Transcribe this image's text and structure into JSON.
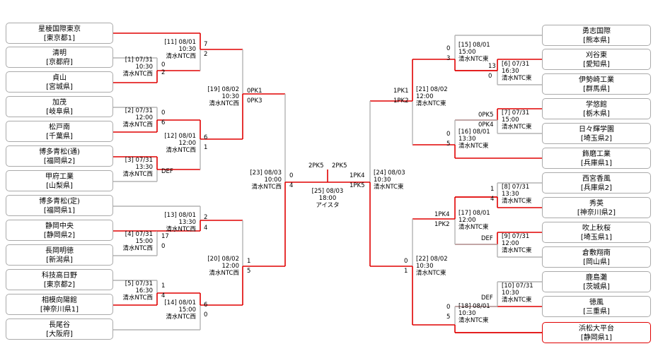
{
  "teams_left": [
    {
      "name": "星稜国際東京",
      "pref": "[東京都1]"
    },
    {
      "name": "清明",
      "pref": "[京都府]"
    },
    {
      "name": "貞山",
      "pref": "[宮城県]"
    },
    {
      "name": "加茂",
      "pref": "[岐阜県]"
    },
    {
      "name": "松戸南",
      "pref": "[千葉県]"
    },
    {
      "name": "博多青松(通)",
      "pref": "[福岡県2]"
    },
    {
      "name": "甲府工業",
      "pref": "[山梨県]"
    },
    {
      "name": "博多青松(定)",
      "pref": "[福岡県1]"
    },
    {
      "name": "静岡中央",
      "pref": "[静岡県2]"
    },
    {
      "name": "長岡明徳",
      "pref": "[新潟県]"
    },
    {
      "name": "科技高日野",
      "pref": "[東京都2]"
    },
    {
      "name": "相模向陽館",
      "pref": "[神奈川県1]"
    },
    {
      "name": "長尾谷",
      "pref": "[大阪府]"
    }
  ],
  "teams_right": [
    {
      "name": "勇志国際",
      "pref": "[熊本県]"
    },
    {
      "name": "刈谷東",
      "pref": "[愛知県]"
    },
    {
      "name": "伊勢崎工業",
      "pref": "[群馬県]"
    },
    {
      "name": "学悠館",
      "pref": "[栃木県]"
    },
    {
      "name": "日々輝学園",
      "pref": "[埼玉県2]"
    },
    {
      "name": "飾磨工業",
      "pref": "[兵庫県1]"
    },
    {
      "name": "西宮香風",
      "pref": "[兵庫県2]"
    },
    {
      "name": "秀英",
      "pref": "[神奈川県2]"
    },
    {
      "name": "吹上秋桜",
      "pref": "[埼玉県1]"
    },
    {
      "name": "倉敷翔南",
      "pref": "[岡山県]"
    },
    {
      "name": "鹿島灘",
      "pref": "[茨城県]"
    },
    {
      "name": "徳風",
      "pref": "[三重県]"
    },
    {
      "name": "浜松大平台",
      "pref": "[静岡県1]",
      "champion": true
    }
  ],
  "matches": {
    "m1": {
      "num": "[1] 07/31",
      "time": "10:30",
      "venue": "清水NTC西"
    },
    "m2": {
      "num": "[2] 07/31",
      "time": "12:00",
      "venue": "清水NTC西"
    },
    "m3": {
      "num": "[3] 07/31",
      "time": "13:30",
      "venue": "清水NTC西"
    },
    "m4": {
      "num": "[4] 07/31",
      "time": "15:00",
      "venue": "清水NTC西"
    },
    "m5": {
      "num": "[5] 07/31",
      "time": "16:30",
      "venue": "清水NTC西"
    },
    "m6": {
      "num": "[6] 07/31",
      "time": "16:30",
      "venue": "清水NTC東"
    },
    "m7": {
      "num": "[7] 07/31",
      "time": "15:00",
      "venue": "清水NTC東"
    },
    "m8": {
      "num": "[8] 07/31",
      "time": "13:30",
      "venue": "清水NTC東"
    },
    "m9": {
      "num": "[9] 07/31",
      "time": "12:00",
      "venue": "清水NTC東"
    },
    "m10": {
      "num": "[10] 07/31",
      "time": "10:30",
      "venue": "清水NTC東"
    },
    "m11": {
      "num": "[11] 08/01",
      "time": "10:30",
      "venue": "清水NTC西"
    },
    "m12": {
      "num": "[12] 08/01",
      "time": "12:00",
      "venue": "清水NTC西"
    },
    "m13": {
      "num": "[13] 08/01",
      "time": "13:30",
      "venue": "清水NTC西"
    },
    "m14": {
      "num": "[14] 08/01",
      "time": "15:00",
      "venue": "清水NTC西"
    },
    "m15": {
      "num": "[15] 08/01",
      "time": "15:00",
      "venue": "清水NTC東"
    },
    "m16": {
      "num": "[16] 08/01",
      "time": "13:30",
      "venue": "清水NTC東"
    },
    "m17": {
      "num": "[17] 08/01",
      "time": "12:00",
      "venue": "清水NTC東"
    },
    "m18": {
      "num": "[18] 08/01",
      "time": "10:30",
      "venue": "清水NTC東"
    },
    "m19": {
      "num": "[19] 08/02",
      "time": "10:30",
      "venue": "清水NTC西"
    },
    "m20": {
      "num": "[20] 08/02",
      "time": "12:00",
      "venue": "清水NTC西"
    },
    "m21": {
      "num": "[21] 08/02",
      "time": "12:00",
      "venue": "清水NTC東"
    },
    "m22": {
      "num": "[22] 08/02",
      "time": "10:30",
      "venue": "清水NTC東"
    },
    "m23": {
      "num": "[23] 08/03",
      "time": "10:00",
      "venue": "清水NTC西"
    },
    "m24": {
      "num": "[24] 08/03",
      "time": "10:30",
      "venue": "清水NTC東"
    },
    "m25": {
      "num": "[25] 08/03",
      "time": "18:00",
      "venue": "アイスタ"
    }
  },
  "scores": {
    "m1": [
      "0",
      "2"
    ],
    "m2": [
      "0",
      "6"
    ],
    "m3": [
      "DEF"
    ],
    "m4": [
      "17",
      "0"
    ],
    "m5": [
      "1",
      "4"
    ],
    "m6": [
      "13",
      "0"
    ],
    "m7": [
      "0PK5",
      "0PK4"
    ],
    "m8": [
      "1",
      "4"
    ],
    "m9": [
      "DEF"
    ],
    "m10": [
      "DEF"
    ],
    "m11": [
      "7",
      "2"
    ],
    "m12": [
      "6",
      "1"
    ],
    "m13": [
      "2",
      "4"
    ],
    "m14": [
      "6",
      "0"
    ],
    "m15": [
      "0",
      "3"
    ],
    "m16": [
      "0",
      "5"
    ],
    "m17": [
      "1PK4",
      "1PK2"
    ],
    "m18": [
      "0",
      "5"
    ],
    "m19": [
      "0PK1",
      "0PK3"
    ],
    "m20": [
      "1",
      "5"
    ],
    "m21": [
      "1PK1",
      "1PK2"
    ],
    "m22": [
      "0",
      "1"
    ],
    "m23": [
      "0",
      "4"
    ],
    "m24": [
      "1PK4",
      "1PK5"
    ],
    "m25": [
      "2PK5",
      "2PK5"
    ]
  },
  "colors": {
    "win": "#e00000",
    "normal": "#b4b4b4"
  }
}
